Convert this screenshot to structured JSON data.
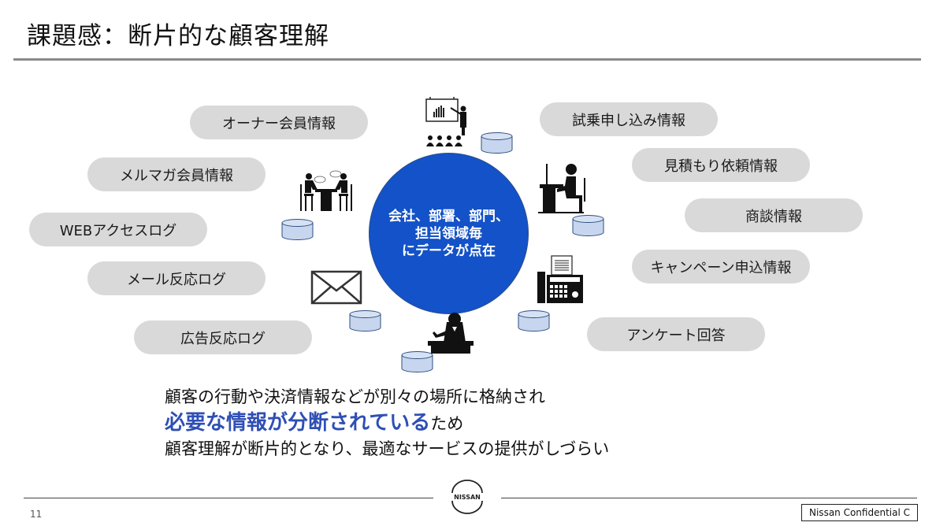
{
  "slide": {
    "title": "課題感：断片的な顧客理解",
    "page_number": "11",
    "confidentiality_label": "Nissan Confidential C",
    "logo_text": "NISSAN"
  },
  "hub": {
    "lines": [
      "会社、部署、部門、",
      "担当領域毎",
      "にデータが点在"
    ],
    "color": "#1352c8"
  },
  "data_sources_left": [
    {
      "label": "オーナー会員情報"
    },
    {
      "label": "メルマガ会員情報"
    },
    {
      "label": "WEBアクセスログ"
    },
    {
      "label": "メール反応ログ"
    },
    {
      "label": "広告反応ログ"
    }
  ],
  "data_sources_right": [
    {
      "label": "試乗申し込み情報"
    },
    {
      "label": "見積もり依頼情報"
    },
    {
      "label": "商談情報"
    },
    {
      "label": "キャンペーン申込情報"
    },
    {
      "label": "アンケート回答"
    }
  ],
  "icons": [
    {
      "name": "presentation-icon"
    },
    {
      "name": "meeting-icon"
    },
    {
      "name": "desk-worker-icon"
    },
    {
      "name": "envelope-icon"
    },
    {
      "name": "fax-icon"
    },
    {
      "name": "receptionist-icon"
    },
    {
      "name": "database-icon"
    }
  ],
  "message": {
    "line1": "顧客の行動や決済情報などが別々の場所に格納され",
    "line2_emphasis": "必要な情報が分断されている",
    "line2_suffix": "ため",
    "line3": "顧客理解が断片的となり、最適なサービスの提供がしづらい",
    "emphasis_color": "#2f4fb5"
  }
}
